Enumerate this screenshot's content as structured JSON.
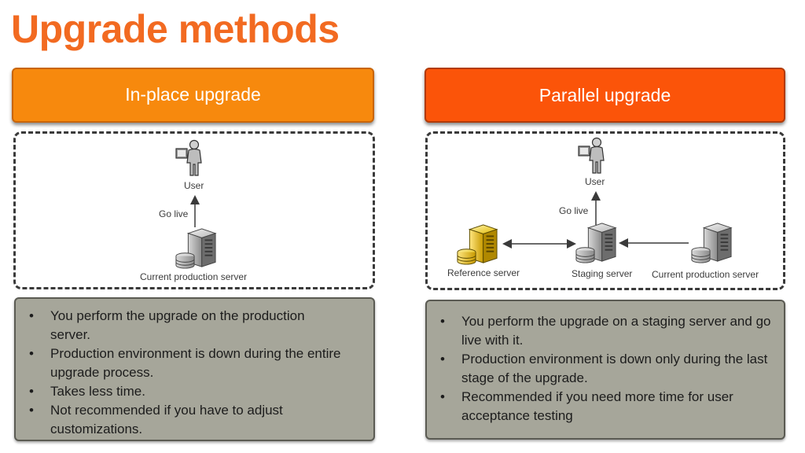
{
  "title": "Upgrade methods",
  "left": {
    "header": "In-place upgrade",
    "diagram": {
      "user_label": "User",
      "arrow_label": "Go live",
      "server_label": "Current production server"
    },
    "bullets": [
      "You perform the upgrade on the production server.",
      "Production environment is down during the entire upgrade process.",
      "Takes less time.",
      "Not recommended if you have to adjust customizations."
    ]
  },
  "right": {
    "header": "Parallel upgrade",
    "diagram": {
      "user_label": "User",
      "arrow_label": "Go live",
      "reference_label": "Reference server",
      "staging_label": "Staging server",
      "production_label": "Current production server"
    },
    "bullets": [
      "You perform the upgrade on a staging server and go live with it.",
      "Production environment is down only during the last stage of the upgrade.",
      "Recommended if you need more time for user acceptance testing"
    ]
  },
  "colors": {
    "title": "#f26a21",
    "left_header": "#f7890d",
    "right_header": "#fb5409",
    "text_box": "#a6a69a"
  },
  "icons": [
    "user-icon",
    "server-icon",
    "reference-server-icon"
  ]
}
